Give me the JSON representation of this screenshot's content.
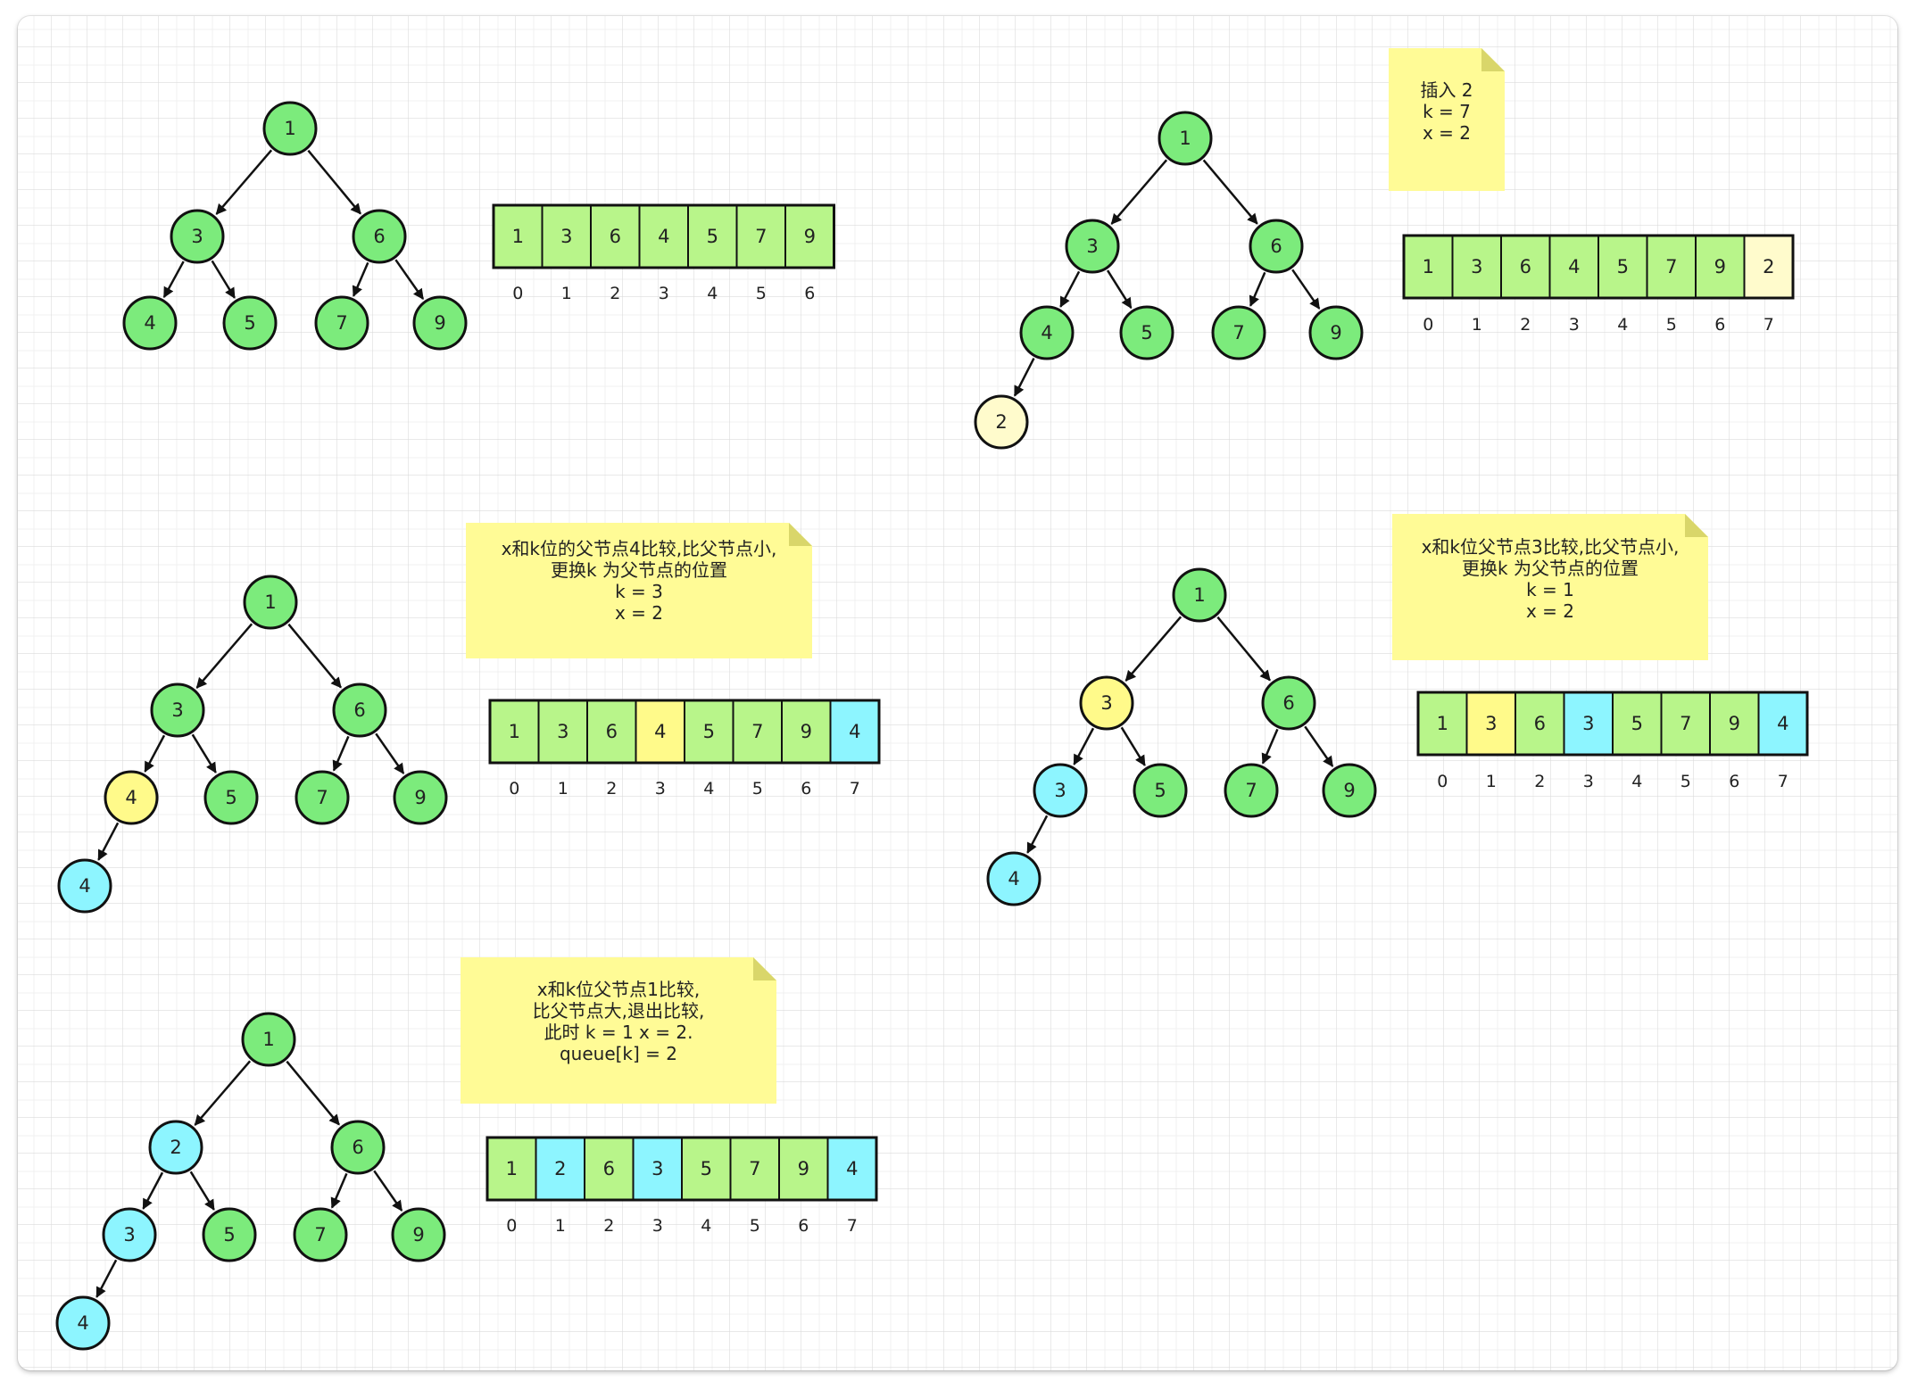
{
  "colors": {
    "green": "#7CEB7C",
    "cell_green": "#B8F58A",
    "yellow": "#FFFA8A",
    "pale_yellow": "#FFFBCC",
    "cyan": "#8DF5FF",
    "note": "#FFFB96",
    "note_fold": "#D9D66A"
  },
  "panels": [
    {
      "tree": [
        {
          "label": "1",
          "color": "green"
        },
        {
          "label": "3",
          "color": "green"
        },
        {
          "label": "6",
          "color": "green"
        },
        {
          "label": "4",
          "color": "green"
        },
        {
          "label": "5",
          "color": "green"
        },
        {
          "label": "7",
          "color": "green"
        },
        {
          "label": "9",
          "color": "green"
        }
      ],
      "array": {
        "cells": [
          {
            "value": "1",
            "color": "cell_green"
          },
          {
            "value": "3",
            "color": "cell_green"
          },
          {
            "value": "6",
            "color": "cell_green"
          },
          {
            "value": "4",
            "color": "cell_green"
          },
          {
            "value": "5",
            "color": "cell_green"
          },
          {
            "value": "7",
            "color": "cell_green"
          },
          {
            "value": "9",
            "color": "cell_green"
          }
        ],
        "indices": [
          "0",
          "1",
          "2",
          "3",
          "4",
          "5",
          "6"
        ]
      }
    },
    {
      "note": [
        "插入 2",
        "k =  7",
        "x =  2"
      ],
      "tree": [
        {
          "label": "1",
          "color": "green"
        },
        {
          "label": "3",
          "color": "green"
        },
        {
          "label": "6",
          "color": "green"
        },
        {
          "label": "4",
          "color": "green"
        },
        {
          "label": "5",
          "color": "green"
        },
        {
          "label": "7",
          "color": "green"
        },
        {
          "label": "9",
          "color": "green"
        },
        {
          "label": "2",
          "color": "pale_yellow"
        }
      ],
      "array": {
        "cells": [
          {
            "value": "1",
            "color": "cell_green"
          },
          {
            "value": "3",
            "color": "cell_green"
          },
          {
            "value": "6",
            "color": "cell_green"
          },
          {
            "value": "4",
            "color": "cell_green"
          },
          {
            "value": "5",
            "color": "cell_green"
          },
          {
            "value": "7",
            "color": "cell_green"
          },
          {
            "value": "9",
            "color": "cell_green"
          },
          {
            "value": "2",
            "color": "pale_yellow"
          }
        ],
        "indices": [
          "0",
          "1",
          "2",
          "3",
          "4",
          "5",
          "6",
          "7"
        ]
      }
    },
    {
      "note": [
        "x和k位的父节点4比较,比父节点小,",
        "更换k 为父节点的位置",
        "k = 3",
        "x = 2"
      ],
      "tree": [
        {
          "label": "1",
          "color": "green"
        },
        {
          "label": "3",
          "color": "green"
        },
        {
          "label": "6",
          "color": "green"
        },
        {
          "label": "4",
          "color": "yellow"
        },
        {
          "label": "5",
          "color": "green"
        },
        {
          "label": "7",
          "color": "green"
        },
        {
          "label": "9",
          "color": "green"
        },
        {
          "label": "4",
          "color": "cyan"
        }
      ],
      "array": {
        "cells": [
          {
            "value": "1",
            "color": "cell_green"
          },
          {
            "value": "3",
            "color": "cell_green"
          },
          {
            "value": "6",
            "color": "cell_green"
          },
          {
            "value": "4",
            "color": "yellow"
          },
          {
            "value": "5",
            "color": "cell_green"
          },
          {
            "value": "7",
            "color": "cell_green"
          },
          {
            "value": "9",
            "color": "cell_green"
          },
          {
            "value": "4",
            "color": "cyan"
          }
        ],
        "indices": [
          "0",
          "1",
          "2",
          "3",
          "4",
          "5",
          "6",
          "7"
        ]
      }
    },
    {
      "note": [
        "x和k位父节点3比较,比父节点小,",
        "更换k 为父节点的位置",
        "k = 1",
        "x = 2"
      ],
      "tree": [
        {
          "label": "1",
          "color": "green"
        },
        {
          "label": "3",
          "color": "yellow"
        },
        {
          "label": "6",
          "color": "green"
        },
        {
          "label": "3",
          "color": "cyan"
        },
        {
          "label": "5",
          "color": "green"
        },
        {
          "label": "7",
          "color": "green"
        },
        {
          "label": "9",
          "color": "green"
        },
        {
          "label": "4",
          "color": "cyan"
        }
      ],
      "array": {
        "cells": [
          {
            "value": "1",
            "color": "cell_green"
          },
          {
            "value": "3",
            "color": "yellow"
          },
          {
            "value": "6",
            "color": "cell_green"
          },
          {
            "value": "3",
            "color": "cyan"
          },
          {
            "value": "5",
            "color": "cell_green"
          },
          {
            "value": "7",
            "color": "cell_green"
          },
          {
            "value": "9",
            "color": "cell_green"
          },
          {
            "value": "4",
            "color": "cyan"
          }
        ],
        "indices": [
          "0",
          "1",
          "2",
          "3",
          "4",
          "5",
          "6",
          "7"
        ]
      }
    },
    {
      "note": [
        "x和k位父节点1比较,",
        "比父节点大,退出比较,",
        "此时 k = 1    x = 2.",
        "queue[k] = 2"
      ],
      "tree": [
        {
          "label": "1",
          "color": "green"
        },
        {
          "label": "2",
          "color": "cyan"
        },
        {
          "label": "6",
          "color": "green"
        },
        {
          "label": "3",
          "color": "cyan"
        },
        {
          "label": "5",
          "color": "green"
        },
        {
          "label": "7",
          "color": "green"
        },
        {
          "label": "9",
          "color": "green"
        },
        {
          "label": "4",
          "color": "cyan"
        }
      ],
      "array": {
        "cells": [
          {
            "value": "1",
            "color": "cell_green"
          },
          {
            "value": "2",
            "color": "cyan"
          },
          {
            "value": "6",
            "color": "cell_green"
          },
          {
            "value": "3",
            "color": "cyan"
          },
          {
            "value": "5",
            "color": "cell_green"
          },
          {
            "value": "7",
            "color": "cell_green"
          },
          {
            "value": "9",
            "color": "cell_green"
          },
          {
            "value": "4",
            "color": "cyan"
          }
        ],
        "indices": [
          "0",
          "1",
          "2",
          "3",
          "4",
          "5",
          "6",
          "7"
        ]
      }
    }
  ]
}
